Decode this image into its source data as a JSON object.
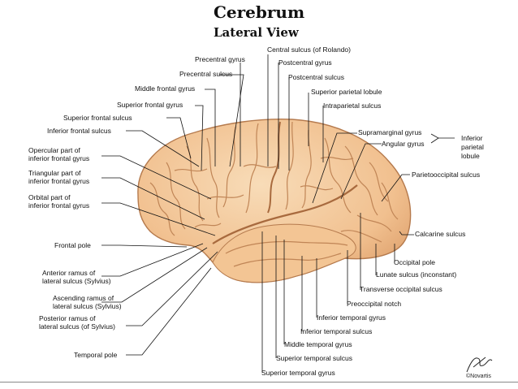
{
  "title": "Cerebrum",
  "subtitle": "Lateral View",
  "labels": {
    "central_sulcus": "Central sulcus (of Rolando)",
    "precentral_gyrus": "Precentral gyrus",
    "postcentral_gyrus": "Postcentral gyrus",
    "precentral_sulcus": "Precentral sulcus",
    "postcentral_sulcus": "Postcentral sulcus",
    "middle_frontal_gyrus": "Middle frontal gyrus",
    "superior_parietal_lobule": "Superior parietal lobule",
    "superior_frontal_gyrus": "Superior frontal gyrus",
    "intraparietal_sulcus": "Intraparietal sulcus",
    "superior_frontal_sulcus": "Superior frontal sulcus",
    "inferior_frontal_sulcus": "Inferior frontal sulcus",
    "supramarginal_gyrus": "Supramarginal gyrus",
    "inferior_parietal_lobule_1": "Inferior",
    "inferior_parietal_lobule_2": "parietal",
    "inferior_parietal_lobule_3": "lobule",
    "angular_gyrus": "Angular gyrus",
    "opercular_1": "Opercular part of",
    "opercular_2": "inferior frontal gyrus",
    "triangular_1": "Triangular part of",
    "triangular_2": "inferior frontal gyrus",
    "parietooccipital_sulcus": "Parietooccipital sulcus",
    "orbital_1": "Orbital part of",
    "orbital_2": "inferior frontal gyrus",
    "calcarine_sulcus": "Calcarine sulcus",
    "frontal_pole": "Frontal pole",
    "occipital_pole": "Occipital pole",
    "anterior_ramus_1": "Anterior ramus of",
    "anterior_ramus_2": "lateral sulcus (Sylvius)",
    "lunate_sulcus": "Lunate sulcus (inconstant)",
    "ascending_ramus_1": "Ascending ramus of",
    "ascending_ramus_2": "lateral sulcus (Sylvius)",
    "transverse_occipital_sulcus": "Transverse occipital sulcus",
    "posterior_ramus_1": "Posterior ramus of",
    "posterior_ramus_2": "lateral sulcus (of Sylvius)",
    "preoccipital_notch": "Preoccipital notch",
    "inferior_temporal_gyrus": "Inferior temporal gyrus",
    "inferior_temporal_sulcus": "Inferior temporal sulcus",
    "middle_temporal_gyrus": "Middle temporal gyrus",
    "superior_temporal_sulcus": "Superior temporal sulcus",
    "temporal_pole": "Temporal pole",
    "superior_temporal_gyrus": "Superior temporal gyrus"
  },
  "credit": "©Novartis",
  "colors": {
    "brain_fill": "#f3c79a",
    "brain_light": "#f8dcb8",
    "sulcus": "#c0855a",
    "leader_line": "#111111"
  }
}
